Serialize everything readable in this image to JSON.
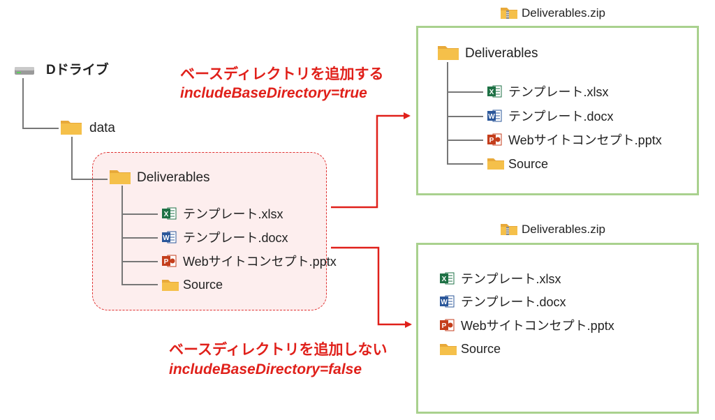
{
  "source_tree": {
    "drive_label": "Dドライブ",
    "data_folder": "data",
    "base_folder": "Deliverables",
    "files": [
      "テンプレート.xlsx",
      "テンプレート.docx",
      "Webサイトコンセプト.pptx"
    ],
    "subfolder": "Source"
  },
  "case_true": {
    "title": "ベースディレクトリを追加する",
    "code": "includeBaseDirectory=true",
    "zip_name": "Deliverables.zip",
    "root_folder": "Deliverables",
    "files": [
      "テンプレート.xlsx",
      "テンプレート.docx",
      "Webサイトコンセプト.pptx"
    ],
    "subfolder": "Source"
  },
  "case_false": {
    "title": "ベースディレクトリを追加しない",
    "code": "includeBaseDirectory=false",
    "zip_name": "Deliverables.zip",
    "files": [
      "テンプレート.xlsx",
      "テンプレート.docx",
      "Webサイトコンセプト.pptx"
    ],
    "subfolder": "Source"
  },
  "colors": {
    "accent_red": "#e0201a",
    "panel_border": "#a9d18e",
    "highlight_fill": "#fdeeee",
    "folder": "#f5c04a",
    "excel": "#1e7145",
    "word": "#2b579a",
    "powerpoint": "#c43e1c"
  },
  "icons": [
    "drive-icon",
    "folder-icon",
    "excel-file-icon",
    "word-file-icon",
    "powerpoint-file-icon",
    "zip-folder-icon"
  ]
}
